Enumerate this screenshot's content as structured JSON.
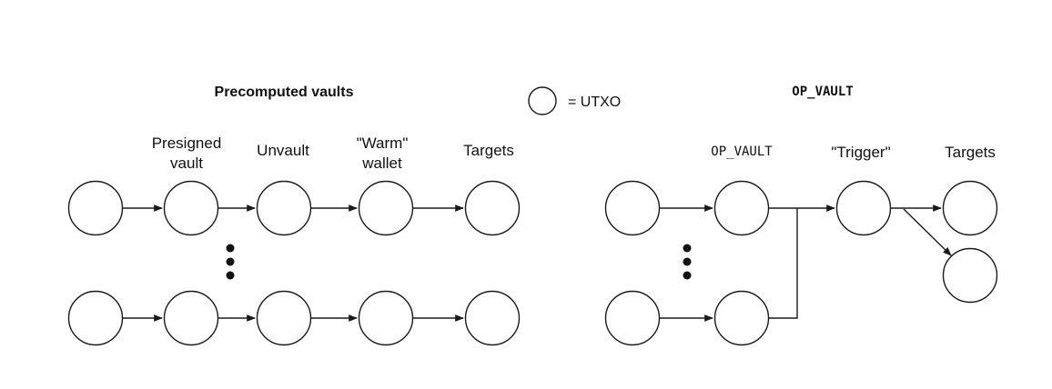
{
  "legend": {
    "label": "= UTXO"
  },
  "precomputed": {
    "title": "Precomputed vaults",
    "columns": [
      [
        "Presigned",
        "vault"
      ],
      [
        "Unvault"
      ],
      [
        "\"Warm\"",
        "wallet"
      ],
      [
        "Targets"
      ]
    ]
  },
  "opvault": {
    "title": "OP_VAULT",
    "columns": [
      [
        "OP_VAULT"
      ],
      [
        "\"Trigger\""
      ],
      [
        "Targets"
      ]
    ]
  },
  "colors": {
    "stroke": "#1a1a1a",
    "background": "#ffffff"
  }
}
